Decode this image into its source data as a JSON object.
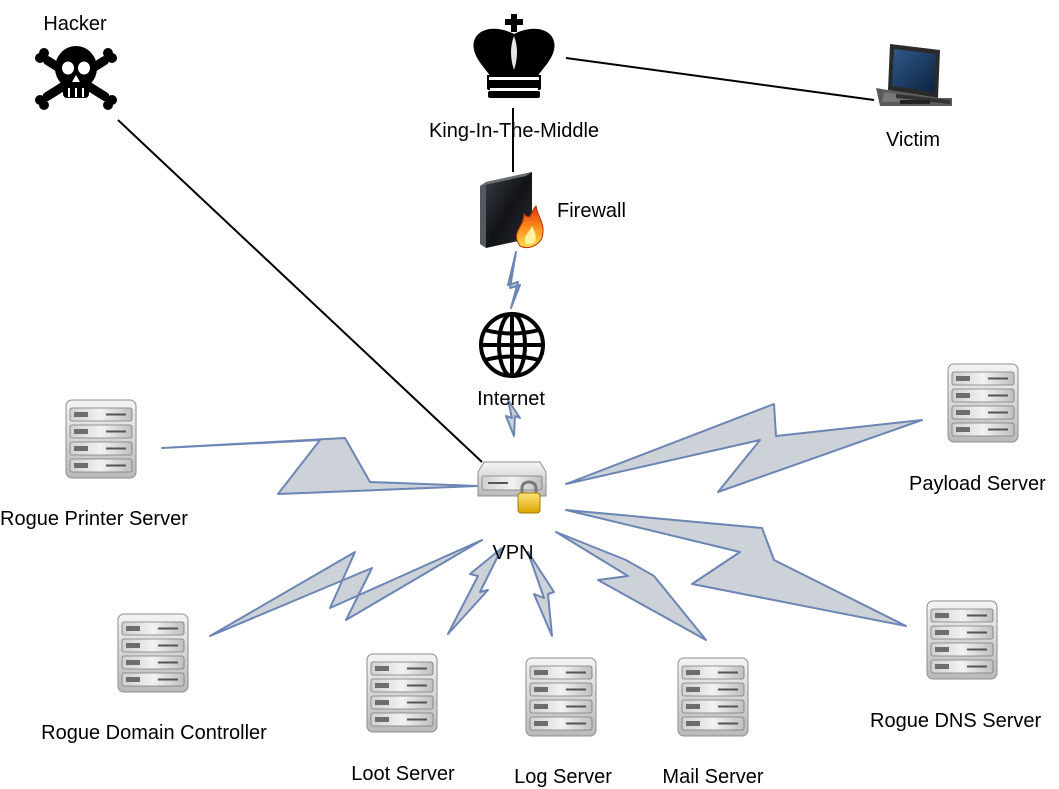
{
  "nodes": {
    "hacker": {
      "label": "Hacker",
      "icon": "skull-crossbones-icon"
    },
    "kitm": {
      "label": "King-In-The-Middle",
      "icon": "chess-king-icon"
    },
    "victim": {
      "label": "Victim",
      "icon": "desktop-computer-icon"
    },
    "firewall": {
      "label": "Firewall",
      "icon": "firewall-icon"
    },
    "internet": {
      "label": "Internet",
      "icon": "globe-icon"
    },
    "vpn": {
      "label": "VPN",
      "icon": "vpn-server-lock-icon"
    },
    "printer": {
      "label": "Rogue Printer Server",
      "icon": "server-icon"
    },
    "payload": {
      "label": "Payload Server",
      "icon": "server-icon"
    },
    "dc": {
      "label": "Rogue Domain Controller",
      "icon": "server-icon"
    },
    "loot": {
      "label": "Loot Server",
      "icon": "server-icon"
    },
    "log": {
      "label": "Log Server",
      "icon": "server-icon"
    },
    "mail": {
      "label": "Mail Server",
      "icon": "server-icon"
    },
    "dns": {
      "label": "Rogue DNS Server",
      "icon": "server-icon"
    }
  },
  "connections": [
    {
      "from": "Hacker",
      "to": "VPN",
      "style": "solid"
    },
    {
      "from": "King-In-The-Middle",
      "to": "Victim",
      "style": "solid"
    },
    {
      "from": "King-In-The-Middle",
      "to": "Firewall",
      "style": "solid"
    },
    {
      "from": "Firewall",
      "to": "Internet",
      "style": "lightning"
    },
    {
      "from": "Internet",
      "to": "VPN",
      "style": "lightning"
    },
    {
      "from": "VPN",
      "to": "Rogue Printer Server",
      "style": "lightning"
    },
    {
      "from": "VPN",
      "to": "Payload Server",
      "style": "lightning"
    },
    {
      "from": "VPN",
      "to": "Rogue Domain Controller",
      "style": "lightning"
    },
    {
      "from": "VPN",
      "to": "Loot Server",
      "style": "lightning"
    },
    {
      "from": "VPN",
      "to": "Log Server",
      "style": "lightning"
    },
    {
      "from": "VPN",
      "to": "Mail Server",
      "style": "lightning"
    },
    {
      "from": "VPN",
      "to": "Rogue DNS Server",
      "style": "lightning"
    }
  ],
  "colors": {
    "lightning_fill": "#cdd2d8",
    "lightning_stroke": "#6b85b5",
    "line": "#000000"
  }
}
